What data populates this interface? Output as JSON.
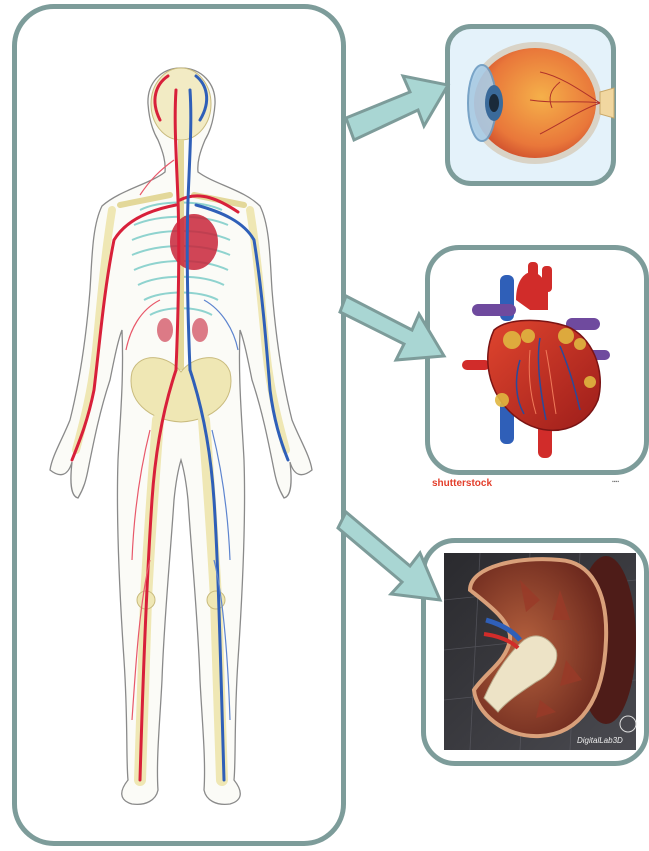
{
  "credits": {
    "heart": "shutterstock",
    "kidney": "DigitalLab3D"
  },
  "colors": {
    "panel_border": "#7d9c9a",
    "arrow_fill": "#a9d6d3",
    "artery": "#d8203a",
    "vein": "#2f5fb8",
    "bone": "#efe7b4"
  },
  "icons": [
    "human-circulatory-system",
    "eye-anatomy",
    "heart-anatomy",
    "kidney-cross-section"
  ]
}
